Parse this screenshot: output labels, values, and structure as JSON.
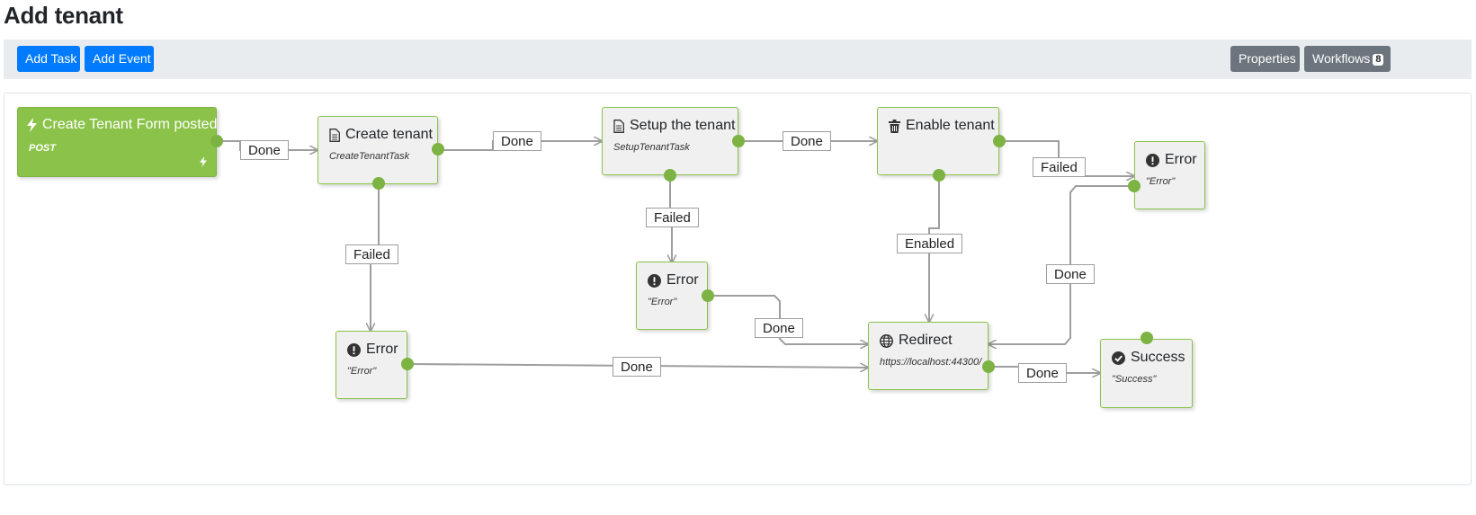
{
  "page": {
    "title": "Add tenant"
  },
  "toolbar": {
    "add_task": "Add Task",
    "add_event": "Add Event",
    "properties": "Properties",
    "workflows": "Workflows",
    "workflows_count": "8"
  },
  "nodes": {
    "trigger": {
      "title": "Create Tenant Form posted",
      "subtitle": "POST",
      "icon": "bolt-icon"
    },
    "create_tenant": {
      "title": "Create tenant",
      "subtitle": "CreateTenantTask",
      "icon": "file-icon"
    },
    "setup_tenant": {
      "title": "Setup the tenant",
      "subtitle": "SetupTenantTask",
      "icon": "file-icon"
    },
    "enable_tenant": {
      "title": "Enable tenant",
      "subtitle": "",
      "icon": "trash-icon"
    },
    "error_1": {
      "title": "Error",
      "subtitle": "\"Error\"",
      "icon": "exclamation-circle-icon"
    },
    "error_2": {
      "title": "Error",
      "subtitle": "\"Error\"",
      "icon": "exclamation-circle-icon"
    },
    "error_3": {
      "title": "Error",
      "subtitle": "\"Error\"",
      "icon": "exclamation-circle-icon"
    },
    "redirect": {
      "title": "Redirect",
      "subtitle": "https://localhost:44300/",
      "icon": "globe-icon"
    },
    "success": {
      "title": "Success",
      "subtitle": "\"Success\"",
      "icon": "check-circle-icon"
    }
  },
  "edges": {
    "trigger_done": "Done",
    "create_done": "Done",
    "create_failed": "Failed",
    "setup_done": "Done",
    "setup_failed": "Failed",
    "enable_failed": "Failed",
    "enable_enabled": "Enabled",
    "error3_done": "Done",
    "error2_done": "Done",
    "error1_done": "Done",
    "redirect_done": "Done"
  },
  "colors": {
    "primary": "#007bff",
    "secondary": "#6c757d",
    "node_border": "#8bc34a",
    "trigger_bg": "#8bc34a",
    "port": "#7cb342"
  }
}
